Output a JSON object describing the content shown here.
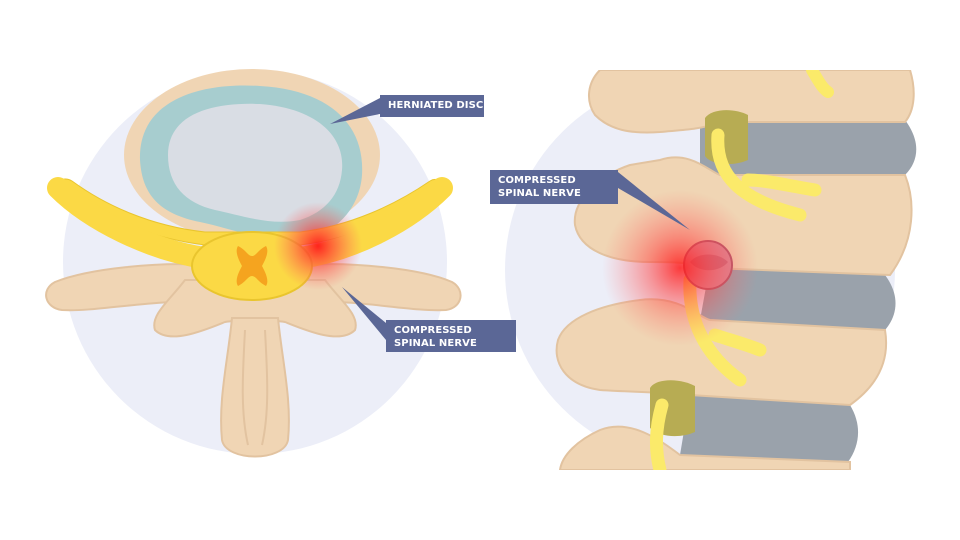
{
  "labels": {
    "herniated_disc": "HERNIATED DISC",
    "compressed_nerve_left": "COMPRESSED SPINAL NERVE",
    "compressed_nerve_right": "COMPRESSED SPINAL NERVE"
  },
  "colors": {
    "background_circle": "#eceef8",
    "bone": "#f0d5b4",
    "bone_outline": "#e2c3a0",
    "disc_ring": "#a7cdcf",
    "disc_nucleus": "#d9dde4",
    "nerve": "#fbd945",
    "nerve_core": "#f5a41f",
    "ligament": "#9aa2ab",
    "facet": "#b7ac53",
    "pain": "#ff2a2a",
    "label_bg": "#5b6796",
    "label_text": "#ffffff"
  }
}
